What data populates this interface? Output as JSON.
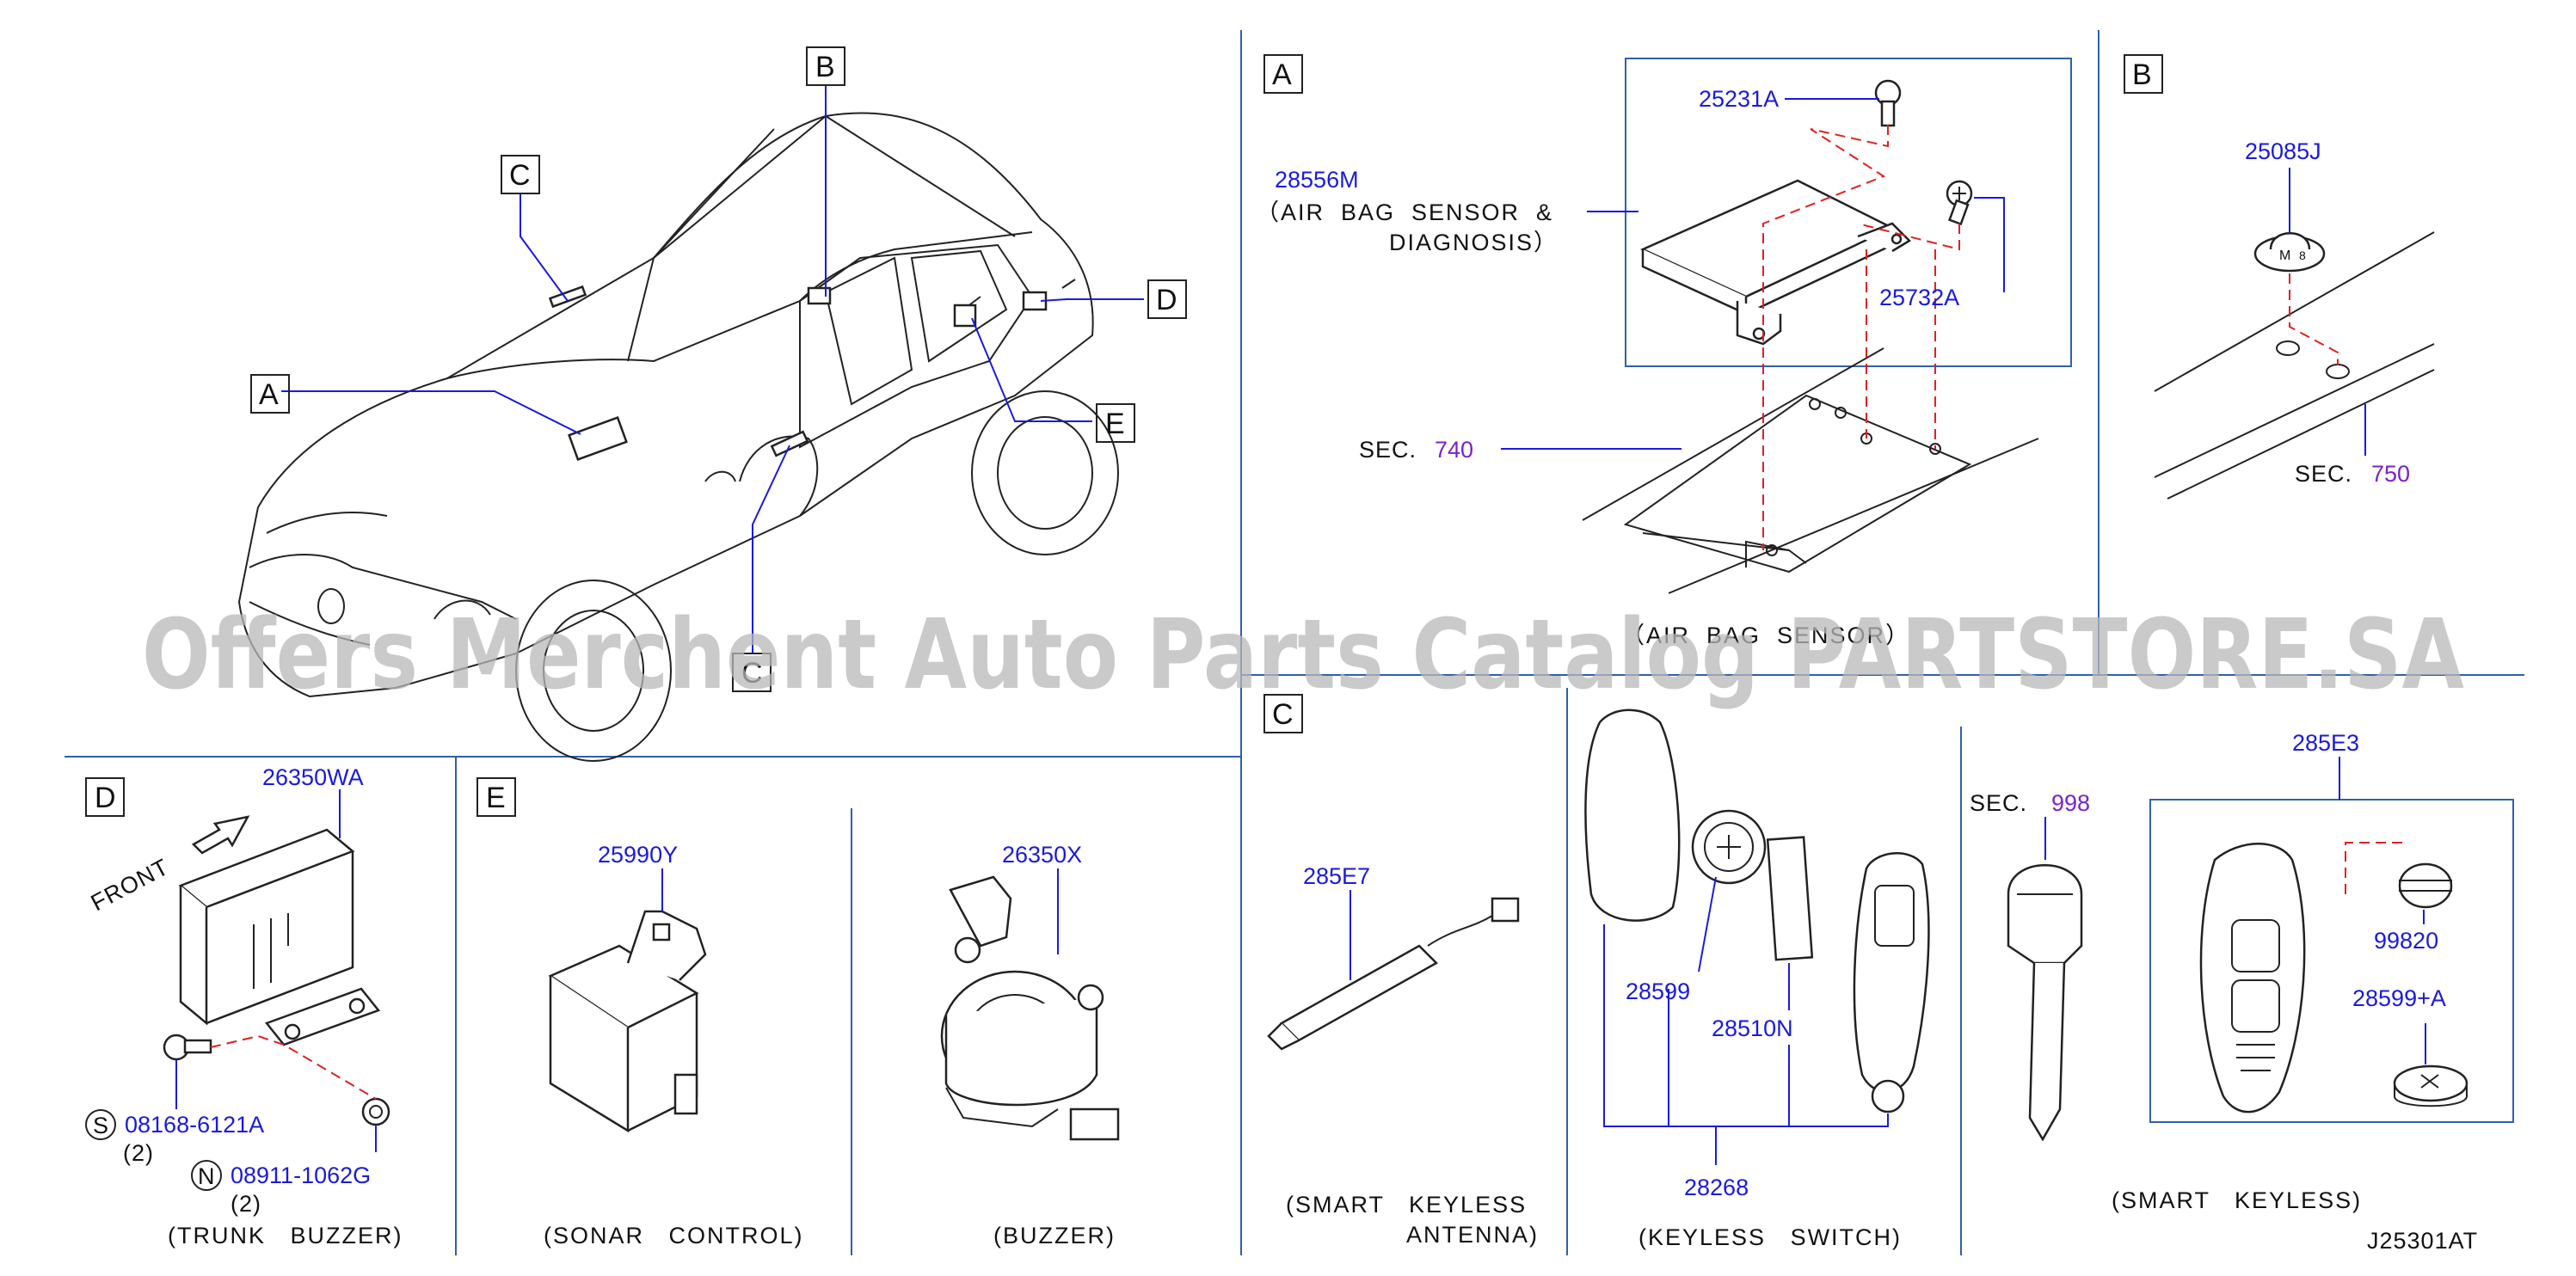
{
  "diagram_code": "J25301AT",
  "watermark": "Offers Merchent Auto Parts Catalog PARTSTORE.SA",
  "colors": {
    "part_number": "#1a1adf",
    "section_ref": "#7a22c8",
    "divider": "#3060a8",
    "dashed_guide": "#e02020",
    "watermark": "#b8b8b8"
  },
  "overview": {
    "callouts": [
      "A",
      "B",
      "C",
      "D",
      "E"
    ]
  },
  "panel_a": {
    "letter": "A",
    "parts": {
      "p1": "25231A",
      "p2": "28556M",
      "p3": "25732A"
    },
    "desc_line1": "（AIR  BAG  SENSOR  &",
    "desc_line2": "DIAGNOSIS）",
    "sec_label": "SEC.",
    "sec_num": "740",
    "caption": "（AIR  BAG  SENSOR）"
  },
  "panel_b": {
    "letter": "B",
    "part": "25085J",
    "sec_label": "SEC.",
    "sec_num": "750"
  },
  "panel_c": {
    "letter": "C",
    "antenna": {
      "part": "285E7",
      "caption1": "(SMART   KEYLESS",
      "caption2": "ANTENNA)"
    },
    "switch": {
      "parts": {
        "p1": "28599",
        "p2": "28510N",
        "p3": "28268"
      },
      "caption": "(KEYLESS   SWITCH)"
    },
    "key": {
      "sec_label": "SEC.",
      "sec_num": "998"
    },
    "smart_keyless": {
      "parts": {
        "p1": "285E3",
        "p2": "99820",
        "p3": "28599+A"
      },
      "caption": "(SMART   KEYLESS)"
    }
  },
  "panel_d": {
    "letter": "D",
    "part": "26350WA",
    "front_label": "FRONT",
    "bolt": {
      "symbol": "S",
      "part": "08168-6121A",
      "qty": "(2)"
    },
    "nut": {
      "symbol": "N",
      "part": "08911-1062G",
      "qty": "(2)"
    },
    "caption": "(TRUNK   BUZZER)"
  },
  "panel_e": {
    "letter": "E",
    "sonar": {
      "part": "25990Y",
      "caption": "(SONAR   CONTROL)"
    },
    "buzzer": {
      "part": "26350X",
      "caption": "(BUZZER)"
    }
  }
}
